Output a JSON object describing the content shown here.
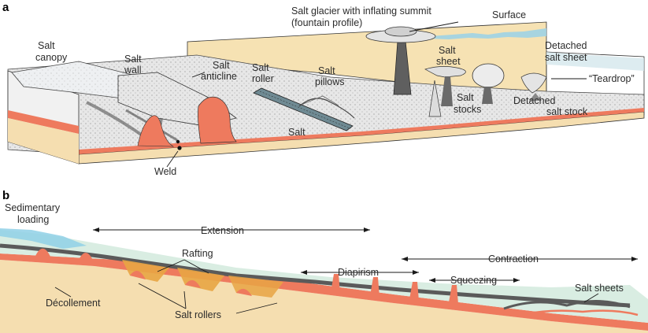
{
  "panel_a": {
    "letter": "a",
    "labels": {
      "salt_canopy_1": "Salt",
      "salt_canopy_2": "canopy",
      "salt_wall_1": "Salt",
      "salt_wall_2": "wall",
      "salt_anticline_1": "Salt",
      "salt_anticline_2": "anticline",
      "salt_roller_1": "Salt",
      "salt_roller_2": "roller",
      "salt_pillows_1": "Salt",
      "salt_pillows_2": "pillows",
      "salt_glacier_1": "Salt glacier with inflating summit",
      "salt_glacier_2": "(fountain profile)",
      "surface": "Surface",
      "detached_sheet_1": "Detached",
      "detached_sheet_2": "salt sheet",
      "salt_sheet_1": "Salt",
      "salt_sheet_2": "sheet",
      "teardrop": "“Teardrop”",
      "salt_stocks_1": "Salt",
      "salt_stocks_2": "stocks",
      "detached_stock_1": "Detached",
      "detached_stock_2": "salt stock",
      "salt": "Salt",
      "weld": "Weld"
    }
  },
  "panel_b": {
    "letter": "b",
    "labels": {
      "sed_loading_1": "Sedimentary",
      "sed_loading_2": "loading",
      "extension": "Extension",
      "rafting": "Rafting",
      "diapirism": "Diapirism",
      "contraction": "Contraction",
      "squeezing": "Squeezing",
      "salt_sheets": "Salt sheets",
      "decollement": "Décollement",
      "salt_rollers": "Salt rollers"
    }
  },
  "colors": {
    "salt": "#ee7a5e",
    "sediment_tan": "#f5deb0",
    "light_sediment": "#ece9e0",
    "teal_layer": "#d6ece0",
    "blue_water": "#8fd0e6",
    "orange_raft": "#e8a544",
    "dark_layer": "#5a5a5a"
  }
}
